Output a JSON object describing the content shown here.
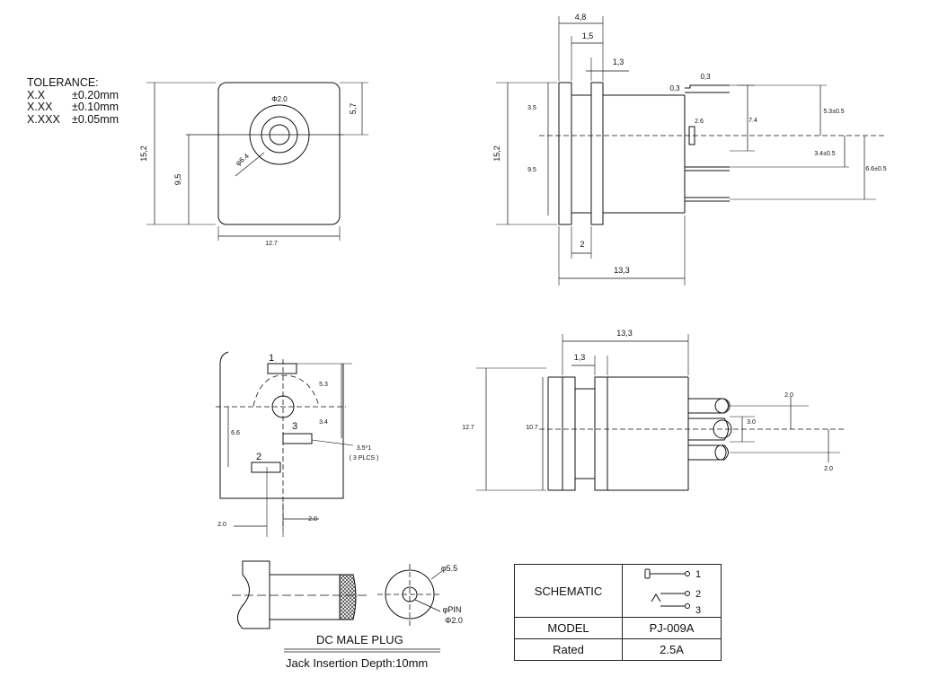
{
  "tolerance": {
    "title": "TOLERANCE:",
    "rows": [
      {
        "spec": "X.X",
        "value": "±0.20mm"
      },
      {
        "spec": "X.XX",
        "value": "±0.10mm"
      },
      {
        "spec": "X.XXX",
        "value": "±0.05mm"
      }
    ]
  },
  "front_view": {
    "dims": {
      "height": "15,2",
      "center_height": "9,5",
      "top_offset": "5,7",
      "width": "12.7",
      "bore": "Φ2.0",
      "outer_ring": "φ6.4"
    }
  },
  "side_view": {
    "dims": {
      "overall_width": "4,8",
      "flange_gap": "1,5",
      "flange_thickness": "1,3",
      "pin_offset": "0,3",
      "pin_offset_2": "0,3",
      "height": "15,2",
      "upper": "3.5",
      "lower": "9.5",
      "pin_gap": "2.6",
      "pin_span": "7.4",
      "top_pin": "5.3±0.5",
      "mid_pin": "3.4±0.5",
      "bottom_pin": "6.6±0.5",
      "flange_base": "2",
      "length": "13,3"
    }
  },
  "pcb_view": {
    "pin_labels": [
      "1",
      "2",
      "3"
    ],
    "dims": {
      "top": "5.3",
      "center": "3.4",
      "left": "6.6",
      "hole": "3.5*1",
      "hole_qty": "( 3 PLCS )",
      "pitch_a": "2.0",
      "pitch_b": "2.0"
    }
  },
  "bottom_view": {
    "dims": {
      "length": "13,3",
      "flange": "1,3",
      "height": "12.7",
      "inner_height": "10.7",
      "pin_a": "2.0",
      "pin_b": "3.0",
      "pin_c": "2.0"
    }
  },
  "plug": {
    "caption": "DC MALE PLUG",
    "outer_dia": "φ5.5",
    "pin_label": "φPIN",
    "pin_dia": "Φ2.0",
    "depth_note": "Jack Insertion Depth:10mm"
  },
  "spec_table": {
    "rows": [
      {
        "label": "SCHEMATIC",
        "pins": [
          "1",
          "2",
          "3"
        ]
      },
      {
        "label": "MODEL",
        "value": "PJ-009A"
      },
      {
        "label": "Rated",
        "value": "2.5A"
      }
    ]
  }
}
